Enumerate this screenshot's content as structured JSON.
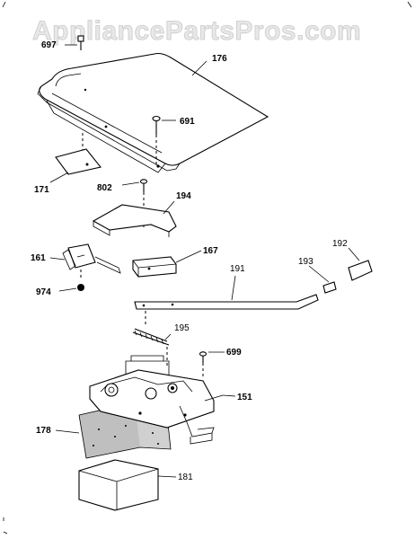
{
  "watermark": "AppliancePartsPros.com",
  "parts": {
    "p697": "697",
    "p176": "176",
    "p691": "691",
    "p171": "171",
    "p802": "802",
    "p194": "194",
    "p161": "161",
    "p167": "167",
    "p191": "191",
    "p193": "193",
    "p192": "192",
    "p974": "974",
    "p195": "195",
    "p699": "699",
    "p151": "151",
    "p178": "178",
    "p181": "181"
  }
}
